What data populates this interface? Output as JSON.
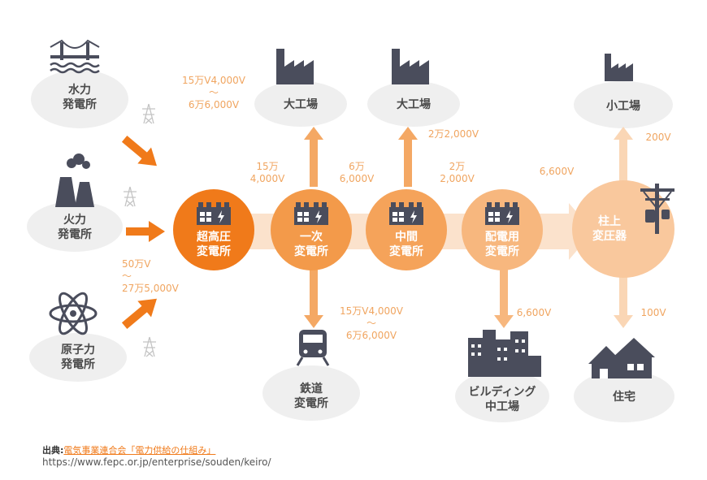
{
  "sources": [
    {
      "label": "水力\n発電所",
      "icon": "bridge-dam-icon"
    },
    {
      "label": "火力\n発電所",
      "icon": "power-plant-icon"
    },
    {
      "label": "原子力\n発電所",
      "icon": "atom-icon"
    }
  ],
  "substations": [
    {
      "label": "超高圧\n変電所"
    },
    {
      "label": "一次\n変電所"
    },
    {
      "label": "中間\n変電所"
    },
    {
      "label": "配電用\n変電所"
    },
    {
      "label": "柱上\n変圧器"
    }
  ],
  "consumers": {
    "large_factory_1": "大工場",
    "large_factory_2": "大工場",
    "small_factory": "小工場",
    "railway": "鉄道\n変電所",
    "building": "ビルディング\n中工場",
    "house": "住宅"
  },
  "voltages": {
    "gen_to_super": "50万V\n〜\n27万5,000V",
    "super_to_large": "15万V4,000V\n〜\n6万6,000V",
    "super_to_primary": "15万\n4,000V",
    "primary_to_mid": "6万\n6,000V",
    "mid_to_dist": "2万\n2,000V",
    "mid_to_large": "2万2,000V",
    "dist_to_pole": "6,600V",
    "pole_to_small": "200V",
    "primary_to_rail": "15万V4,000V\n〜\n6万6,000V",
    "dist_to_building": "6,600V",
    "pole_to_house": "100V"
  },
  "source_note": {
    "prefix": "出典:",
    "link_text": "電気事業連合会「電力供給の仕組み」",
    "url": "https://www.fepc.or.jp/enterprise/souden/keiro/"
  },
  "colors": {
    "deep_orange": "#f07a1a",
    "orange": "#f39a4a",
    "light_orange": "#f7b77e",
    "pale_orange": "#f9c89d",
    "icon_gray": "#4a4d5c",
    "voltage_text": "#f0a560",
    "bubble_gray": "#efefef"
  }
}
